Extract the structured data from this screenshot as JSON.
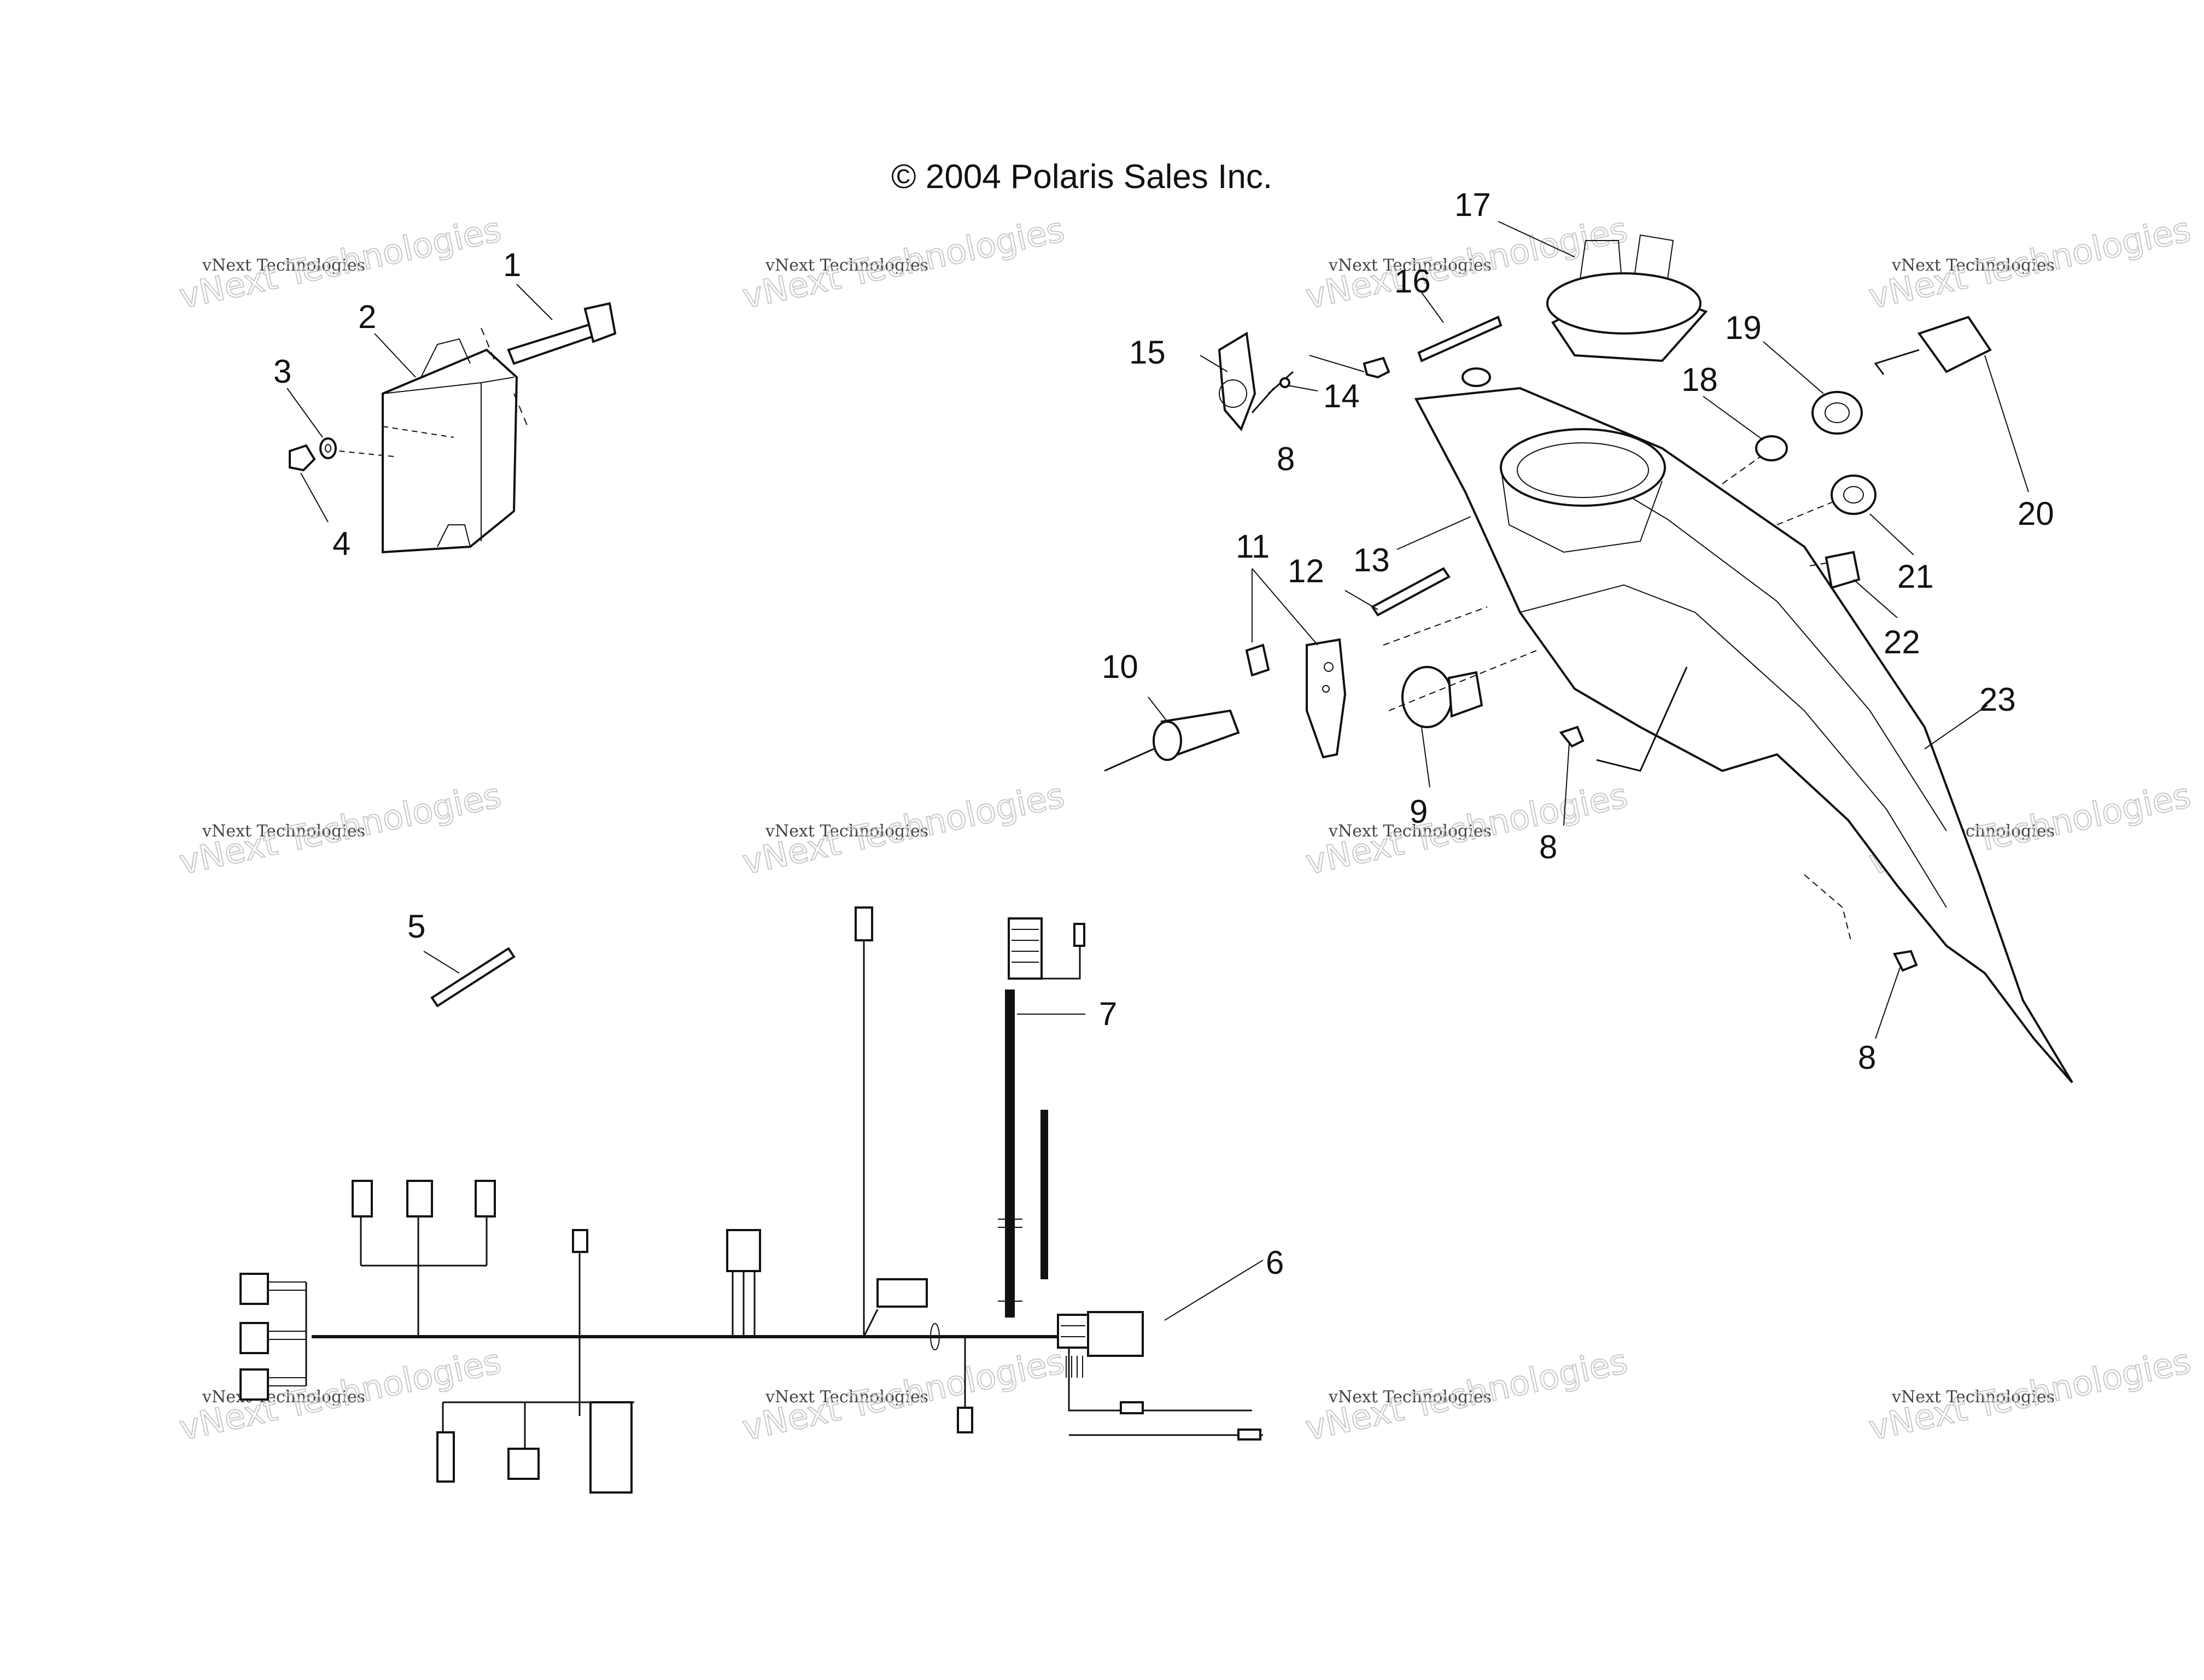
{
  "copyright": "© 2004 Polaris Sales Inc.",
  "watermark": {
    "line1": "vNext Technologies",
    "line2": "vNext Technologies"
  },
  "callouts": [
    "1",
    "2",
    "3",
    "4",
    "5",
    "6",
    "7",
    "8",
    "8",
    "8",
    "9",
    "10",
    "11",
    "12",
    "13",
    "14",
    "15",
    "16",
    "17",
    "18",
    "19",
    "20",
    "21",
    "22",
    "23"
  ]
}
